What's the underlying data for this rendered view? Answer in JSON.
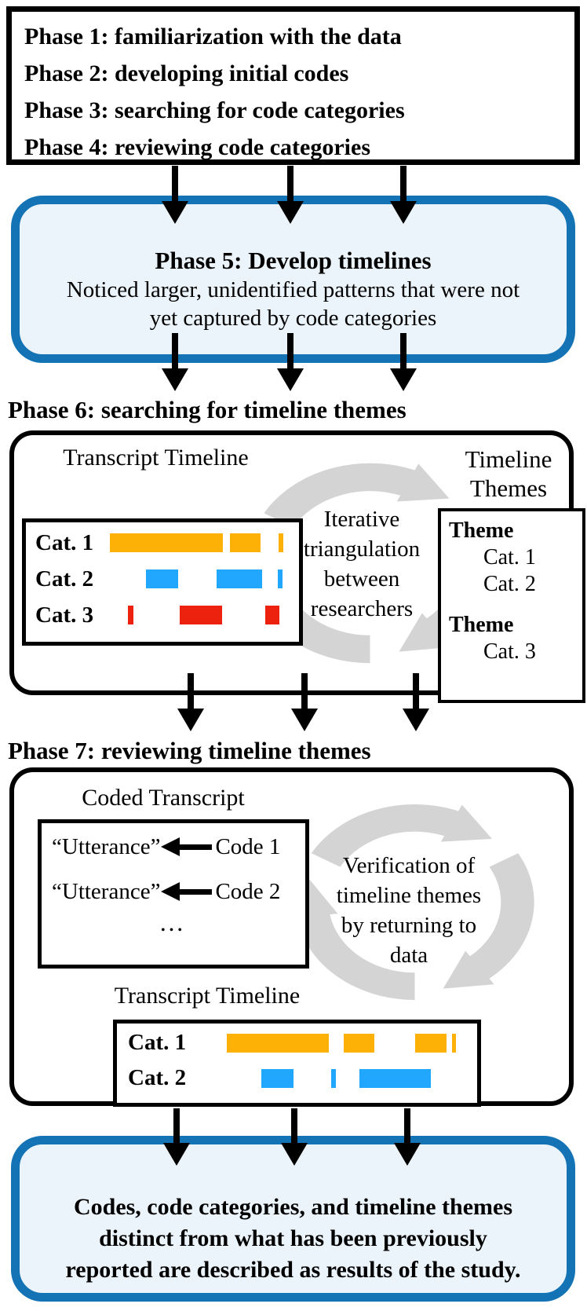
{
  "colors": {
    "accent_blue": "#1473B5",
    "light_blue_fill": "#EBF3FB",
    "bar_orange": "#FDB005",
    "bar_blue": "#22A7FF",
    "bar_red": "#ED220E",
    "cycle_gray": "#D4D4D4",
    "outline_black": "#000000"
  },
  "top_box": {
    "lines": [
      "Phase 1: familiarization with the data",
      "Phase 2: developing initial codes",
      "Phase 3: searching for code categories",
      "Phase 4: reviewing code categories"
    ]
  },
  "phase5_box": {
    "title": "Phase 5: Develop timelines",
    "body_lines": [
      "Noticed larger, unidentified patterns that were not",
      "yet captured by code categories"
    ]
  },
  "phase6": {
    "heading": "Phase 6: searching for timeline themes",
    "transcript_timeline": {
      "title": "Transcript Timeline",
      "rows": [
        {
          "label": "Cat. 1",
          "color": "#FDB005",
          "segments": [
            [
              0.4,
              62.5
            ],
            [
              67.0,
              17.0
            ],
            [
              93.8,
              2.7
            ]
          ]
        },
        {
          "label": "Cat. 2",
          "color": "#22A7FF",
          "segments": [
            [
              20.5,
              17.9
            ],
            [
              59.4,
              25.4
            ],
            [
              93.3,
              2.7
            ]
          ]
        },
        {
          "label": "Cat. 3",
          "color": "#ED220E",
          "segments": [
            [
              10.3,
              3.1
            ],
            [
              39.3,
              23.2
            ],
            [
              86.6,
              7.6
            ]
          ]
        }
      ]
    },
    "cycle_label_lines": [
      "Iterative",
      "triangulation",
      "between",
      "researchers"
    ],
    "timeline_themes": {
      "title_lines": [
        "Timeline",
        "Themes"
      ],
      "groups": [
        {
          "heading": "Theme",
          "items": [
            "Cat. 1",
            "Cat. 2"
          ]
        },
        {
          "heading": "Theme",
          "items": [
            "Cat. 3"
          ]
        }
      ]
    }
  },
  "phase7": {
    "heading": "Phase 7: reviewing timeline themes",
    "coded_transcript": {
      "title": "Coded Transcript",
      "rows": [
        {
          "utterance": "“Utterance”",
          "code": "Code 1"
        },
        {
          "utterance": "“Utterance”",
          "code": "Code 2"
        }
      ],
      "ellipsis": "…"
    },
    "cycle_label_lines": [
      "Verification of",
      "timeline themes",
      "by returning to",
      "data"
    ],
    "transcript_timeline": {
      "title": "Transcript Timeline",
      "rows": [
        {
          "label": "Cat. 1",
          "color": "#FDB005",
          "segments": [
            [
              5.7,
              40.3
            ],
            [
              52.1,
              12.1
            ],
            [
              80.3,
              12.4
            ],
            [
              94.9,
              1.8
            ]
          ]
        },
        {
          "label": "Cat. 2",
          "color": "#22A7FF",
          "segments": [
            [
              19.4,
              12.7
            ],
            [
              47.0,
              1.8
            ],
            [
              58.1,
              28.6
            ]
          ]
        }
      ]
    }
  },
  "results_box": {
    "lines": [
      "Codes, code categories, and timeline themes",
      "distinct from what has been previously",
      "reported are described as results of the study."
    ]
  }
}
